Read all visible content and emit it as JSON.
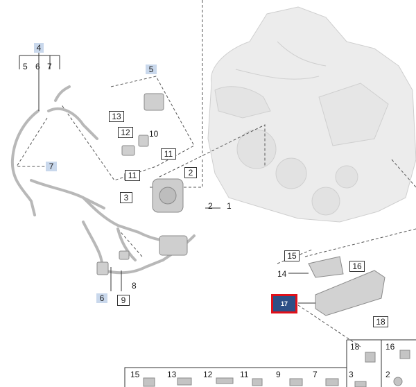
{
  "callouts": {
    "hose_group": "4",
    "hose_a": "5",
    "hose_b": "6",
    "hose_c": "7",
    "valve_top": "5",
    "valve_13": "13",
    "valve_12": "12",
    "valve_10": "10",
    "valve_11a": "11",
    "valve_11b": "11",
    "hose_7": "7",
    "pump_2a": "2",
    "pump_3": "3",
    "pump_2b": "2",
    "pump_1": "1",
    "lower_6": "6",
    "lower_9": "9",
    "lower_8": "8",
    "bracket_15": "15",
    "bracket_14": "14",
    "bracket_16": "16",
    "selected_part": "17",
    "cover_18": "18"
  },
  "hardware_row": {
    "top_labels": [
      "18",
      "16"
    ],
    "bottom_labels": [
      "15",
      "13",
      "12",
      "11",
      "9",
      "7",
      "3",
      "2"
    ]
  },
  "colors": {
    "highlight_border": "#e0101a",
    "highlight_fill": "#2d4f86",
    "tag_fill": "#c9d8ec"
  }
}
